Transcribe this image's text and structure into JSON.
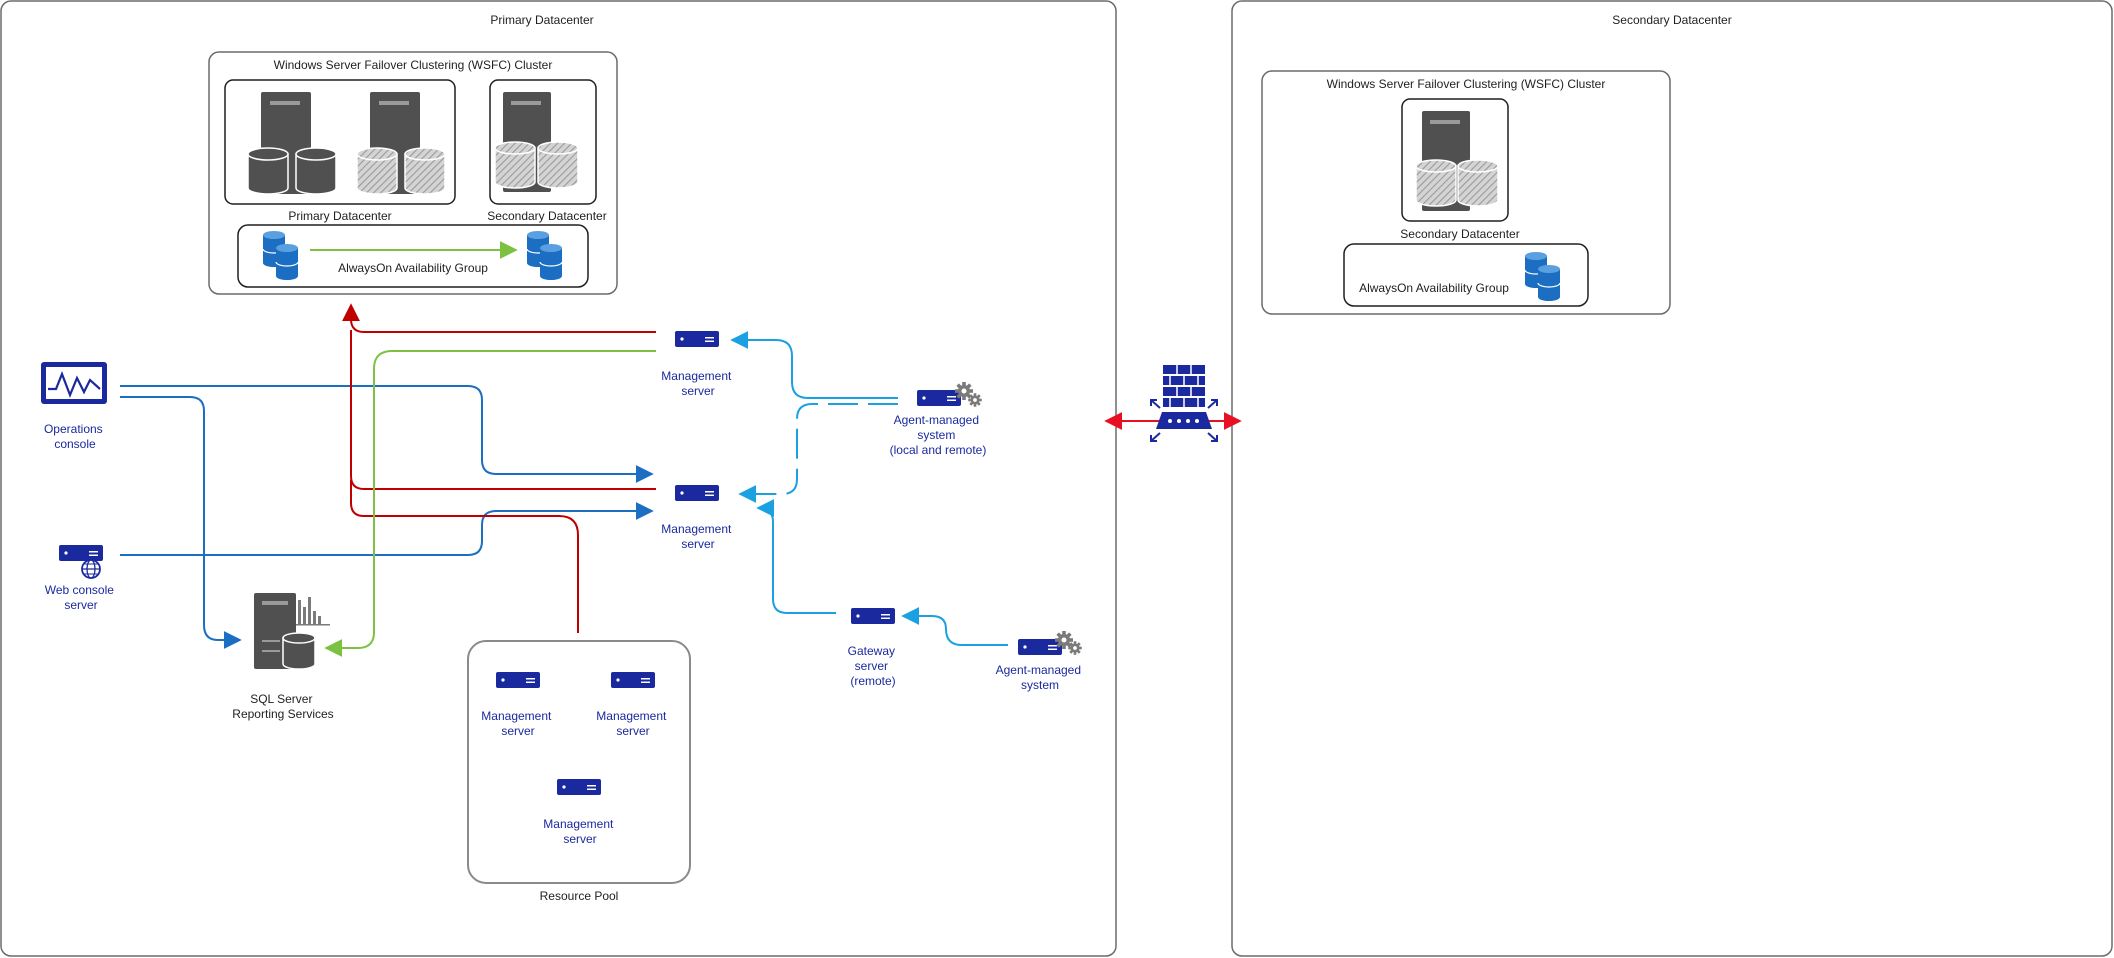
{
  "primary_dc": {
    "title": "Primary Datacenter"
  },
  "secondary_dc": {
    "title": "Secondary Datacenter"
  },
  "wsfc_primary": {
    "title": "Windows Server Failover Clustering (WSFC) Cluster",
    "primary_node_label": "Primary Datacenter",
    "secondary_node_label": "Secondary Datacenter",
    "ag_label": "AlwaysOn Availability Group"
  },
  "wsfc_secondary": {
    "title": "Windows Server Failover Clustering (WSFC) Cluster",
    "node_label": "Secondary Datacenter",
    "ag_label": "AlwaysOn Availability Group"
  },
  "operations_console": {
    "label_lines": [
      "Operations",
      "console"
    ]
  },
  "web_console": {
    "label_lines": [
      "Web console",
      "server"
    ]
  },
  "ssrs": {
    "label_lines": [
      "SQL Server",
      "Reporting Services"
    ]
  },
  "mgmt_server_top": {
    "label_lines": [
      "Management",
      "server"
    ]
  },
  "mgmt_server_mid": {
    "label_lines": [
      "Management",
      "server"
    ]
  },
  "agent_local": {
    "label_lines": [
      "Agent-managed",
      "system",
      "(local and remote)"
    ]
  },
  "gateway": {
    "label_lines": [
      "Gateway",
      "server",
      "(remote)"
    ]
  },
  "agent_remote": {
    "label_lines": [
      "Agent-managed",
      "system"
    ]
  },
  "resource_pool": {
    "title": "Resource Pool",
    "servers": [
      {
        "label_lines": [
          "Management",
          "server"
        ]
      },
      {
        "label_lines": [
          "Management",
          "server"
        ]
      },
      {
        "label_lines": [
          "Management",
          "server"
        ]
      }
    ]
  },
  "colors": {
    "blue_flow": "#1b6ec2",
    "red_flow": "#c00000",
    "green_flow": "#7dc142",
    "cyan_flow": "#1ba1e2",
    "firewall_red": "#e81123",
    "server_icon": "#1a2a9e",
    "db_blue": "#1b6ec2"
  }
}
